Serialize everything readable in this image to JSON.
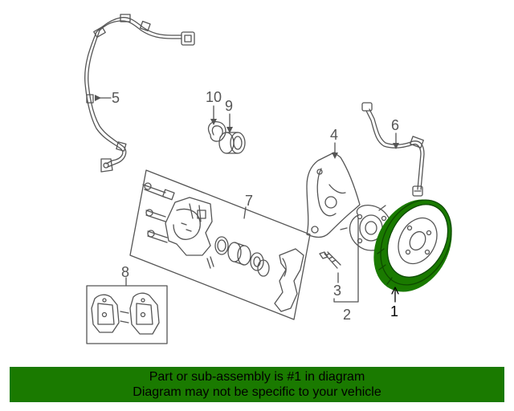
{
  "callouts": {
    "c1": "1",
    "c2": "2",
    "c3": "3",
    "c4": "4",
    "c5": "5",
    "c6": "6",
    "c7": "7",
    "c8": "8",
    "c9": "9",
    "c10": "10"
  },
  "banner": {
    "line1": "Part or sub-assembly is #1 in diagram",
    "line2": "Diagram may not be specific to your vehicle"
  },
  "colors": {
    "banner_bg": "#1a7a00",
    "highlight_part": "#1a7a00",
    "line": "#555555"
  }
}
